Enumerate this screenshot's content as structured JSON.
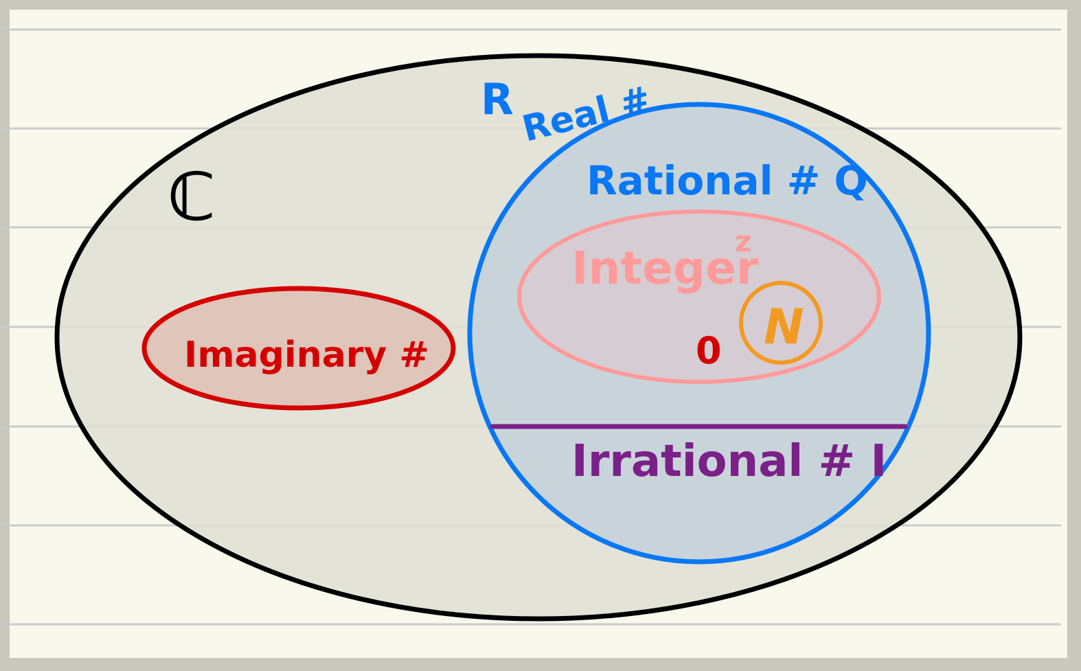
{
  "colors": {
    "frame": "#c8c8bc",
    "paper": "#f9f8ec",
    "rule_line": "#c9cccd",
    "complex_stroke": "#000000",
    "complex_fill": "#dfdfd3",
    "real": "#0a77f5",
    "real_fill": "#c5d2da",
    "integer": "#ff9a9a",
    "imaginary": "#d40000",
    "imaginary_fill": "#dfc5ba",
    "natural": "#f39a22",
    "irrational": "#7b2088"
  },
  "labels": {
    "complex_symbol": "ℂ",
    "real_symbol": "R",
    "real": "Real #",
    "rational": "Rational # Q",
    "integer": "Integer",
    "integer_symbol": "z",
    "zero": "0",
    "natural_symbol": "N",
    "imaginary": "Imaginary #",
    "irrational": "Irrational # I"
  }
}
